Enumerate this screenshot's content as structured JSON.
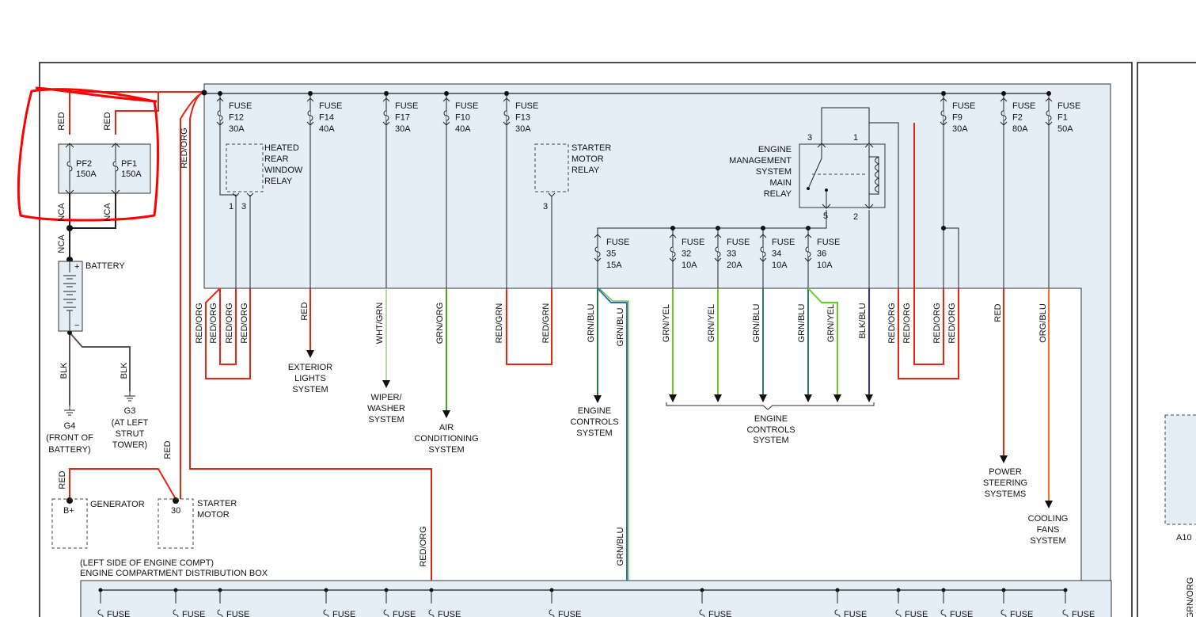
{
  "colors": {
    "red": "#e62412",
    "black": "#222222",
    "green": "#4aa31c",
    "lightgreen": "#66cc22",
    "darkblue": "#3333aa",
    "blue": "#2d6fb5",
    "orange": "#f07020",
    "whitegreen": "#b9d7a0",
    "box_fill": "#e3eef6",
    "annotation": "#ff0000"
  },
  "box_title": [
    "(LEFT SIDE OF ENGINE COMPT)",
    "ENGINE COMPARTMENT DISTRIBUTION BOX"
  ],
  "fuses": [
    {
      "id": "F12",
      "lines": [
        "FUSE",
        "F12",
        "30A"
      ]
    },
    {
      "id": "F14",
      "lines": [
        "FUSE",
        "F14",
        "40A"
      ]
    },
    {
      "id": "F17",
      "lines": [
        "FUSE",
        "F17",
        "30A"
      ]
    },
    {
      "id": "F10",
      "lines": [
        "FUSE",
        "F10",
        "40A"
      ]
    },
    {
      "id": "F13",
      "lines": [
        "FUSE",
        "F13",
        "30A"
      ]
    },
    {
      "id": "F9",
      "lines": [
        "FUSE",
        "F9",
        "30A"
      ]
    },
    {
      "id": "F2",
      "lines": [
        "FUSE",
        "F2",
        "80A"
      ]
    },
    {
      "id": "F1",
      "lines": [
        "FUSE",
        "F1",
        "50A"
      ]
    },
    {
      "id": "35",
      "lines": [
        "FUSE",
        "35",
        "15A"
      ]
    },
    {
      "id": "32",
      "lines": [
        "FUSE",
        "32",
        "10A"
      ]
    },
    {
      "id": "33",
      "lines": [
        "FUSE",
        "33",
        "20A"
      ]
    },
    {
      "id": "34",
      "lines": [
        "FUSE",
        "34",
        "10A"
      ]
    },
    {
      "id": "36",
      "lines": [
        "FUSE",
        "36",
        "10A"
      ]
    }
  ],
  "pf_fuses": [
    {
      "id": "PF2",
      "lines": [
        "PF2",
        "150A"
      ]
    },
    {
      "id": "PF1",
      "lines": [
        "PF1",
        "150A"
      ]
    }
  ],
  "relays": {
    "heated_rear": {
      "lines": [
        "HEATED",
        "REAR",
        "WINDOW",
        "RELAY"
      ],
      "pins": [
        "1",
        "3"
      ]
    },
    "starter": {
      "lines": [
        "STARTER",
        "MOTOR",
        "RELAY"
      ],
      "pins": [
        "3"
      ]
    },
    "ems_main": {
      "lines": [
        "ENGINE",
        "MANAGEMENT",
        "SYSTEM",
        "MAIN",
        "RELAY"
      ],
      "pins": [
        "3",
        "1",
        "5",
        "2"
      ]
    }
  },
  "wire_labels": {
    "red": "RED",
    "red_org": "RED/ORG",
    "red_grn": "RED/GRN",
    "nca": "NCA",
    "blk": "BLK",
    "wht_grn": "WHT/GRN",
    "grn_org": "GRN/ORG",
    "grn_blu": "GRN/BLU",
    "grn_yel": "GRN/YEL",
    "blk_blu": "BLK/BLU",
    "org_blu": "ORG/BLU"
  },
  "components": {
    "battery": "BATTERY",
    "battery_plus": "+",
    "battery_minus": "−",
    "generator": "GENERATOR",
    "generator_pin": "B+",
    "starter_motor": [
      "STARTER",
      "MOTOR"
    ],
    "starter_pin": "30",
    "g4": [
      "G4",
      "(FRONT OF",
      "BATTERY)"
    ],
    "g3": [
      "G3",
      "(AT LEFT",
      "STRUT",
      "TOWER)"
    ],
    "a10": "A10"
  },
  "destinations": {
    "exterior_lights": [
      "EXTERIOR",
      "LIGHTS",
      "SYSTEM"
    ],
    "wiper_washer": [
      "WIPER/",
      "WASHER",
      "SYSTEM"
    ],
    "air_conditioning": [
      "AIR",
      "CONDITIONING",
      "SYSTEM"
    ],
    "engine_controls_1": [
      "ENGINE",
      "CONTROLS",
      "SYSTEM"
    ],
    "engine_controls_2": [
      "ENGINE",
      "CONTROLS",
      "SYSTEM"
    ],
    "power_steering": [
      "POWER",
      "STEERING",
      "SYSTEMS"
    ],
    "cooling_fans": [
      "COOLING",
      "FANS",
      "SYSTEM"
    ]
  },
  "bottom_fuse_label": "FUSE"
}
